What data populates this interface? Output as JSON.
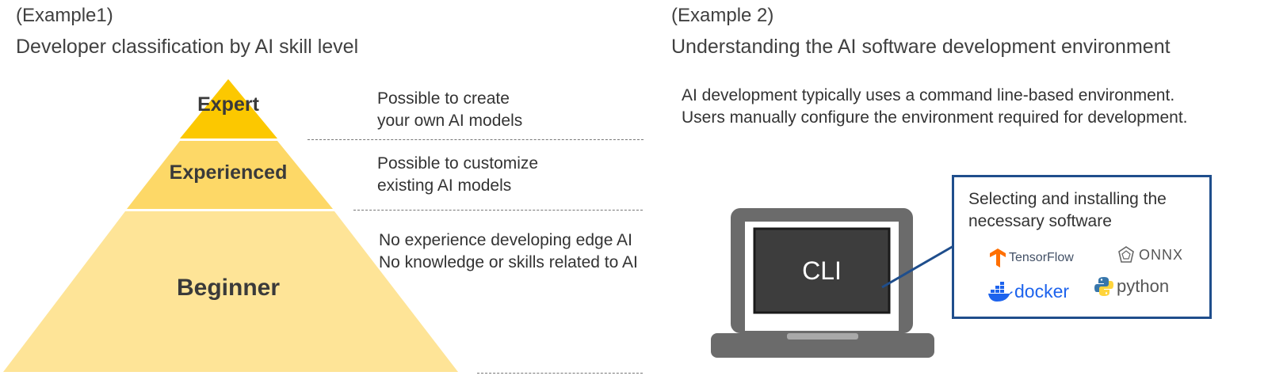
{
  "example1": {
    "label": "(Example1)",
    "title": "Developer classification by AI skill level",
    "tiers": [
      {
        "name": "Expert",
        "color": "#fcc800",
        "description_lines": [
          "Possible to create",
          "your own AI models"
        ]
      },
      {
        "name": "Experienced",
        "color": "#fdd867",
        "description_lines": [
          "Possible to customize",
          "existing AI models"
        ]
      },
      {
        "name": "Beginner",
        "color": "#fee497",
        "description_lines": [
          "No experience developing edge AI",
          "No knowledge or skills related to AI"
        ]
      }
    ]
  },
  "example2": {
    "label": "(Example 2)",
    "title": "Understanding the AI software development environment",
    "description_lines": [
      "AI development typically uses a command line-based environment.",
      "Users manually configure the environment required for development."
    ],
    "screen_label": "CLI",
    "callout": {
      "title_lines": [
        "Selecting and installing the",
        "necessary software"
      ],
      "border_color": "#1f4e8c",
      "logos": [
        {
          "name": "TensorFlow",
          "icon": "tensorflow-icon",
          "color": "#ff6f00"
        },
        {
          "name": "ONNX",
          "icon": "onnx-icon",
          "color": "#555555"
        },
        {
          "name": "docker",
          "icon": "docker-icon",
          "color": "#1d63ed"
        },
        {
          "name": "python",
          "icon": "python-icon",
          "color": "#555555"
        }
      ]
    }
  }
}
